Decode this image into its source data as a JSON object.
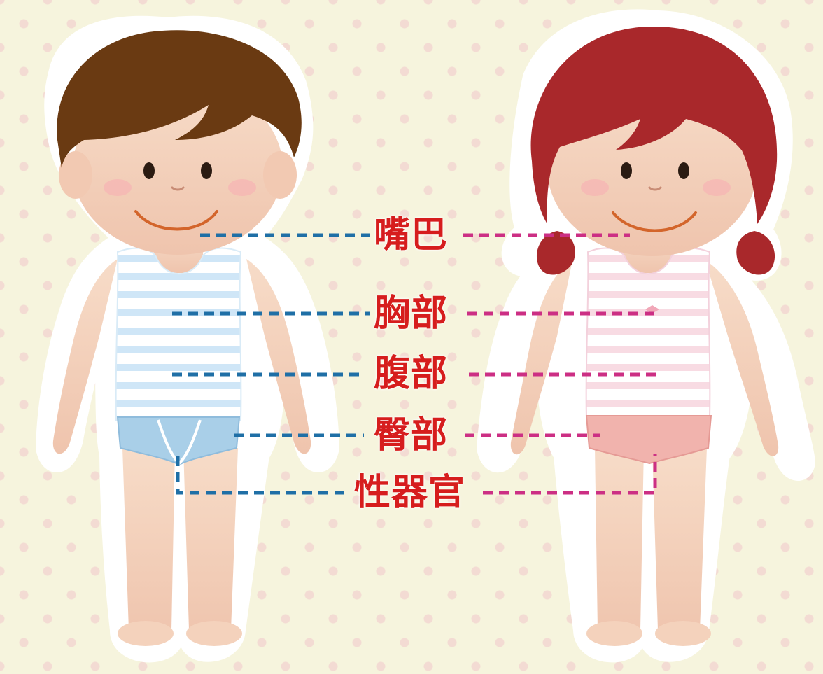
{
  "labels": {
    "mouth": "嘴巴",
    "chest": "胸部",
    "abdomen": "腹部",
    "buttocks": "臀部",
    "genitals": "性器官"
  },
  "colors": {
    "background": "#f6f4dd",
    "dots": "#f3d9d2",
    "label_text": "#d61d1d",
    "boy_line": "#1f6fa6",
    "girl_line": "#cc2f84",
    "boy_hair": "#6a3a12",
    "girl_hair": "#a9282b",
    "skin": "#f4d2bc",
    "boy_briefs": "#a9cfe8",
    "girl_briefs": "#f1b3ad"
  }
}
